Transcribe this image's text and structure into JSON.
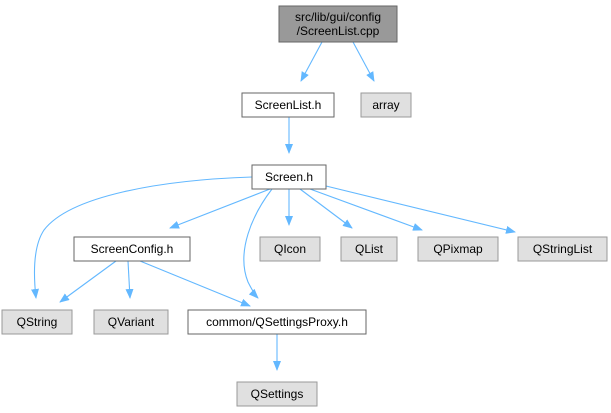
{
  "colors": {
    "edge": "#63b8ff",
    "root_fill": "#999999",
    "root_stroke": "#666666",
    "local_fill": "#ffffff",
    "local_stroke": "#666666",
    "system_fill": "#e0e0e0",
    "system_stroke": "#999999"
  },
  "nodes": [
    {
      "id": "screenlist_cpp",
      "kind": "root",
      "lines": [
        "src/lib/gui/config",
        "/ScreenList.cpp"
      ]
    },
    {
      "id": "screenlist_h",
      "kind": "local",
      "lines": [
        "ScreenList.h"
      ]
    },
    {
      "id": "array",
      "kind": "system",
      "lines": [
        "array"
      ]
    },
    {
      "id": "screen_h",
      "kind": "local",
      "lines": [
        "Screen.h"
      ]
    },
    {
      "id": "screenconfig_h",
      "kind": "local",
      "lines": [
        "ScreenConfig.h"
      ]
    },
    {
      "id": "qicon",
      "kind": "system",
      "lines": [
        "QIcon"
      ]
    },
    {
      "id": "qlist",
      "kind": "system",
      "lines": [
        "QList"
      ]
    },
    {
      "id": "qpixmap",
      "kind": "system",
      "lines": [
        "QPixmap"
      ]
    },
    {
      "id": "qstringlist",
      "kind": "system",
      "lines": [
        "QStringList"
      ]
    },
    {
      "id": "qstring",
      "kind": "system",
      "lines": [
        "QString"
      ]
    },
    {
      "id": "qvariant",
      "kind": "system",
      "lines": [
        "QVariant"
      ]
    },
    {
      "id": "qsettingsproxy_h",
      "kind": "local",
      "lines": [
        "common/QSettingsProxy.h"
      ]
    },
    {
      "id": "qsettings",
      "kind": "system",
      "lines": [
        "QSettings"
      ]
    }
  ],
  "edges": [
    {
      "from": "screenlist_cpp",
      "to": "screenlist_h"
    },
    {
      "from": "screenlist_cpp",
      "to": "array"
    },
    {
      "from": "screenlist_h",
      "to": "screen_h"
    },
    {
      "from": "screen_h",
      "to": "qstring"
    },
    {
      "from": "screen_h",
      "to": "screenconfig_h"
    },
    {
      "from": "screen_h",
      "to": "qsettingsproxy_h"
    },
    {
      "from": "screen_h",
      "to": "qicon"
    },
    {
      "from": "screen_h",
      "to": "qlist"
    },
    {
      "from": "screen_h",
      "to": "qpixmap"
    },
    {
      "from": "screen_h",
      "to": "qstringlist"
    },
    {
      "from": "screenconfig_h",
      "to": "qstring"
    },
    {
      "from": "screenconfig_h",
      "to": "qvariant"
    },
    {
      "from": "screenconfig_h",
      "to": "qsettingsproxy_h"
    },
    {
      "from": "qsettingsproxy_h",
      "to": "qsettings"
    }
  ]
}
